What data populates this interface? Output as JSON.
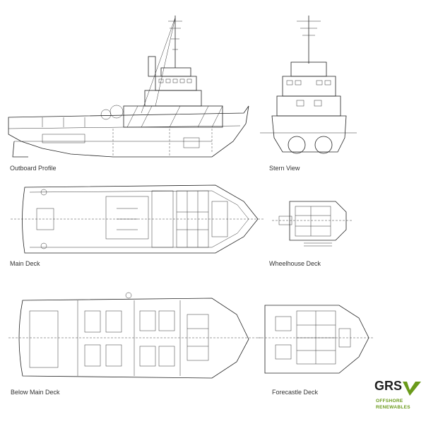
{
  "labels": {
    "outboard": "Outboard Profile",
    "stern": "Stern View",
    "main_deck": "Main Deck",
    "wheelhouse": "Wheelhouse Deck",
    "below_main": "Below Main Deck",
    "forecastle": "Forecastle Deck"
  },
  "logo": {
    "name": "GRS",
    "line1": "OFFSHORE",
    "line2": "RENEWABLES",
    "accent": "#6a9a1a"
  }
}
